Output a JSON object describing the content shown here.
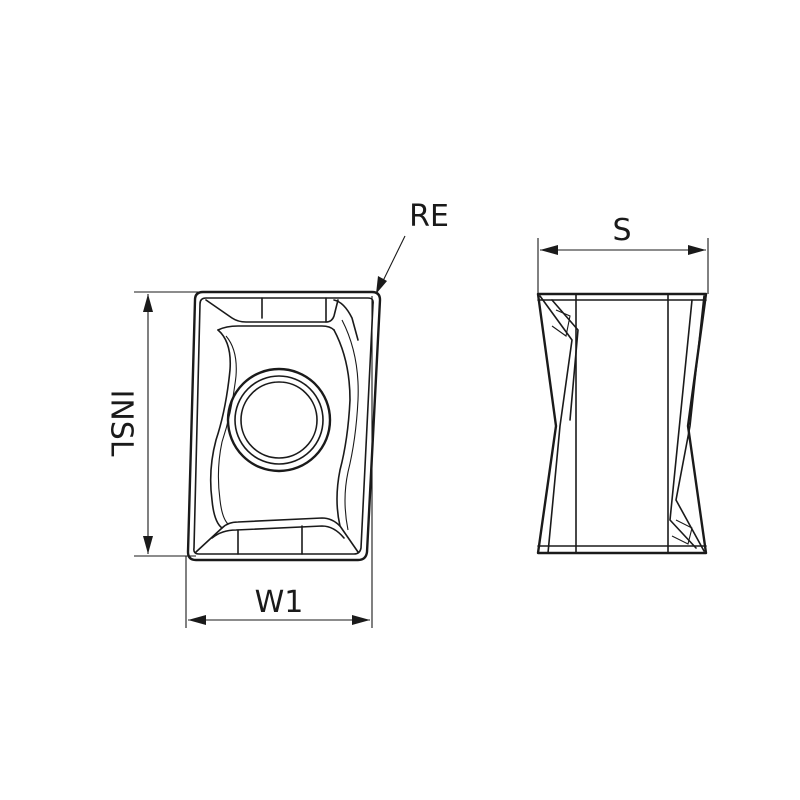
{
  "labels": {
    "re": "RE",
    "insl": "INSL",
    "w1": "W1",
    "s": "S"
  },
  "colors": {
    "line": "#1a1a1a",
    "background": "#ffffff"
  }
}
